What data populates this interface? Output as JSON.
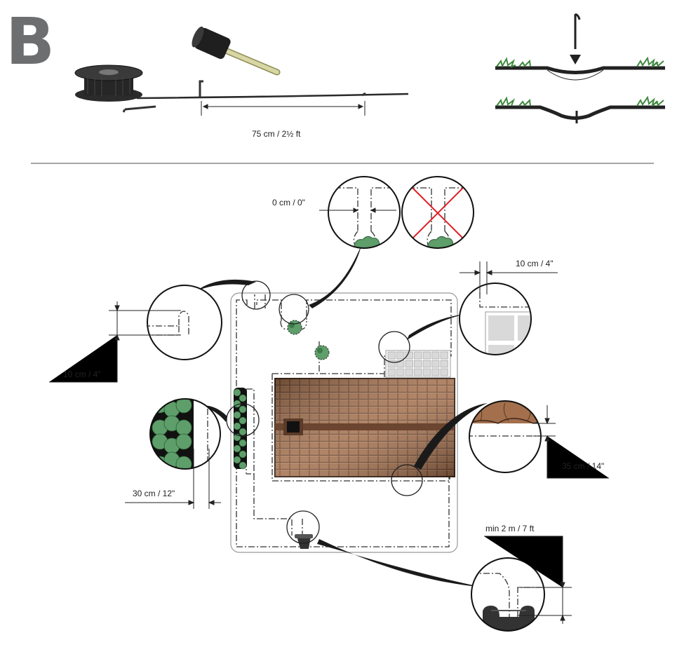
{
  "section_letter": "B",
  "labels": {
    "spacing": "75 cm / 2½ ft",
    "zero_gap": "0 cm / 0\"",
    "paving_gap": "10 cm / 4\"",
    "bump_height": "10 cm / 4\"",
    "hedge_gap": "30 cm / 12\"",
    "roof_gap": "35 cm / 14\"",
    "station_min": "min 2 m / 7 ft"
  },
  "colors": {
    "wire": "#333333",
    "grass": "#3f8a3f",
    "hedge": "#5e9e6a",
    "roof": "#9a6b4a",
    "tile": "#d9d9d9",
    "cross": "#e01e25",
    "letter": "#6d6e70"
  },
  "icons": [
    "wire-reel-icon",
    "mallet-icon",
    "peg-icon",
    "charging-station-icon"
  ]
}
